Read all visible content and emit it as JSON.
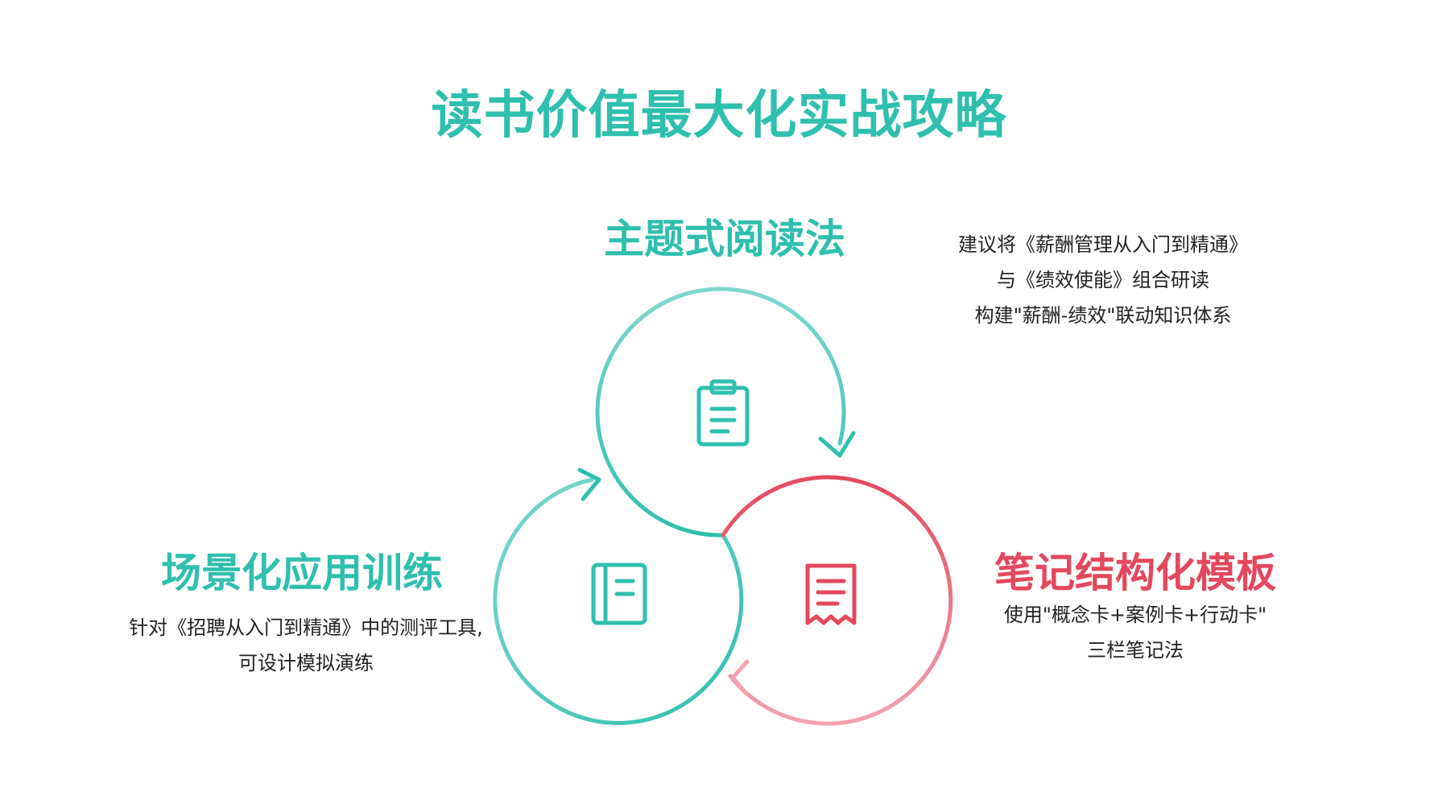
{
  "title": "读书价值最大化实战攻略",
  "colors": {
    "teal": "#2fbfae",
    "teal_light": "#7fd6cf",
    "red": "#e4485e",
    "red_light": "#f2a3ae"
  },
  "nodes": {
    "top": {
      "heading": "主题式阅读法",
      "icon": "clipboard-icon",
      "lines": [
        "建议将《薪酬管理从入门到精通》",
        "与《绩效使能》组合研读",
        "构建\"薪酬-绩效\"联动知识体系"
      ]
    },
    "left": {
      "heading": "场景化应用训练",
      "icon": "notebook-icon",
      "lines": [
        "针对《招聘从入门到精通》中的测评工具,",
        "可设计模拟演练"
      ]
    },
    "right": {
      "heading": "笔记结构化模板",
      "icon": "receipt-icon",
      "lines": [
        "使用\"概念卡+案例卡+行动卡\"",
        "三栏笔记法"
      ]
    }
  }
}
